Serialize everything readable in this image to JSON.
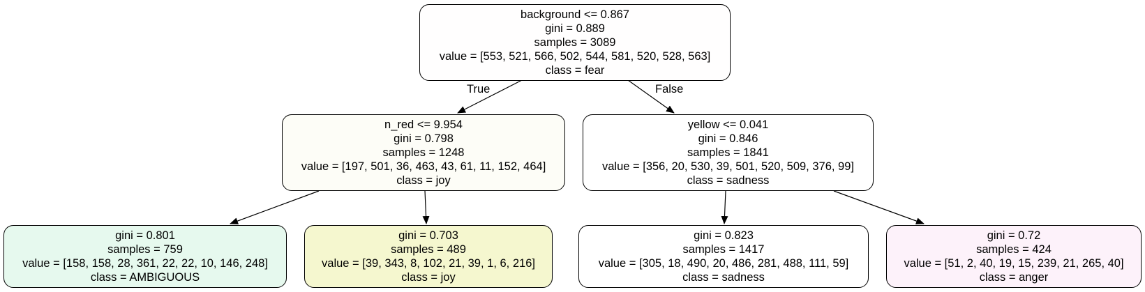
{
  "tree": {
    "root": {
      "split": "background <= 0.867",
      "gini": "gini = 0.889",
      "samples": "samples = 3089",
      "value": "value = [553, 521, 566, 502, 544, 581, 520, 528, 563]",
      "class": "class = fear",
      "fill": "#fffefe"
    },
    "left": {
      "split": "n_red <= 9.954",
      "gini": "gini = 0.798",
      "samples": "samples = 1248",
      "value": "value = [197, 501, 36, 463, 43, 61, 11, 152, 464]",
      "class": "class = joy",
      "fill": "#fdfdf7"
    },
    "right": {
      "split": "yellow <= 0.041",
      "gini": "gini = 0.846",
      "samples": "samples = 1841",
      "value": "value = [356, 20, 530, 39, 501, 520, 509, 376, 99]",
      "class": "class = sadness",
      "fill": "#ffffff"
    },
    "leaf_ll": {
      "gini": "gini = 0.801",
      "samples": "samples = 759",
      "value": "value = [158, 158, 28, 361, 22, 22, 10, 146, 248]",
      "class": "class = AMBIGUOUS",
      "fill": "#e6f9ee"
    },
    "leaf_lr": {
      "gini": "gini = 0.703",
      "samples": "samples = 489",
      "value": "value = [39, 343, 8, 102, 21, 39, 1, 6, 216]",
      "class": "class = joy",
      "fill": "#f5f7cf"
    },
    "leaf_rl": {
      "gini": "gini = 0.823",
      "samples": "samples = 1417",
      "value": "value = [305, 18, 490, 20, 486, 281, 488, 111, 59]",
      "class": "class = sadness",
      "fill": "#ffffff"
    },
    "leaf_rr": {
      "gini": "gini = 0.72",
      "samples": "samples = 424",
      "value": "value = [51, 2, 40, 19, 15, 239, 21, 265, 40]",
      "class": "class = anger",
      "fill": "#fdf2fa"
    }
  },
  "edges": {
    "true_label": "True",
    "false_label": "False"
  }
}
